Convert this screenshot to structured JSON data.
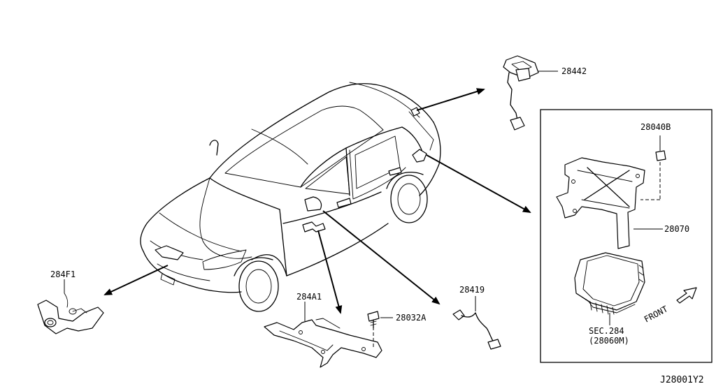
{
  "parts": {
    "p28442": "28442",
    "p28040B": "28040B",
    "p28070": "28070",
    "p284F1": "284F1",
    "p284A1": "284A1",
    "p28032A": "28032A",
    "p28419": "28419",
    "sec_label": "SEC.284",
    "sec_sub": "(28060M)"
  },
  "front_label": "FRONT",
  "drawing_id": "J28001Y2",
  "icons": [
    "arrow-icon",
    "front-arrow-icon"
  ]
}
